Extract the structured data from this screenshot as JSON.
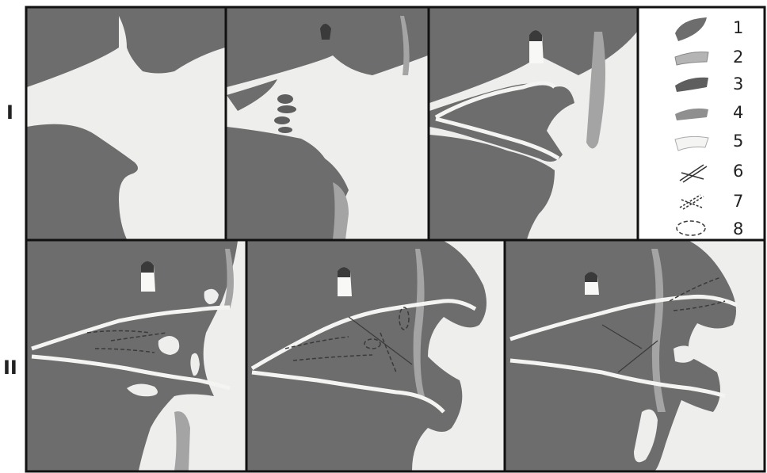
{
  "row_labels": [
    "I",
    "II"
  ],
  "legend": {
    "items": [
      {
        "number": "1",
        "symbol": "dark-filled-shape"
      },
      {
        "number": "2",
        "symbol": "light-grey-band"
      },
      {
        "number": "3",
        "symbol": "medium-dark-shape"
      },
      {
        "number": "4",
        "symbol": "grey-band"
      },
      {
        "number": "5",
        "symbol": "white-cloud-shape"
      },
      {
        "number": "6",
        "symbol": "double-line-crossing"
      },
      {
        "number": "7",
        "symbol": "dashed-lines"
      },
      {
        "number": "8",
        "symbol": "dashed-ellipse"
      }
    ]
  },
  "colors": {
    "tissue_dark": "#6d6d6d",
    "tissue_mid": "#8f8f8f",
    "background": "#eeeeec",
    "band": "#a4a4a4",
    "line": "#f4f4f2"
  }
}
